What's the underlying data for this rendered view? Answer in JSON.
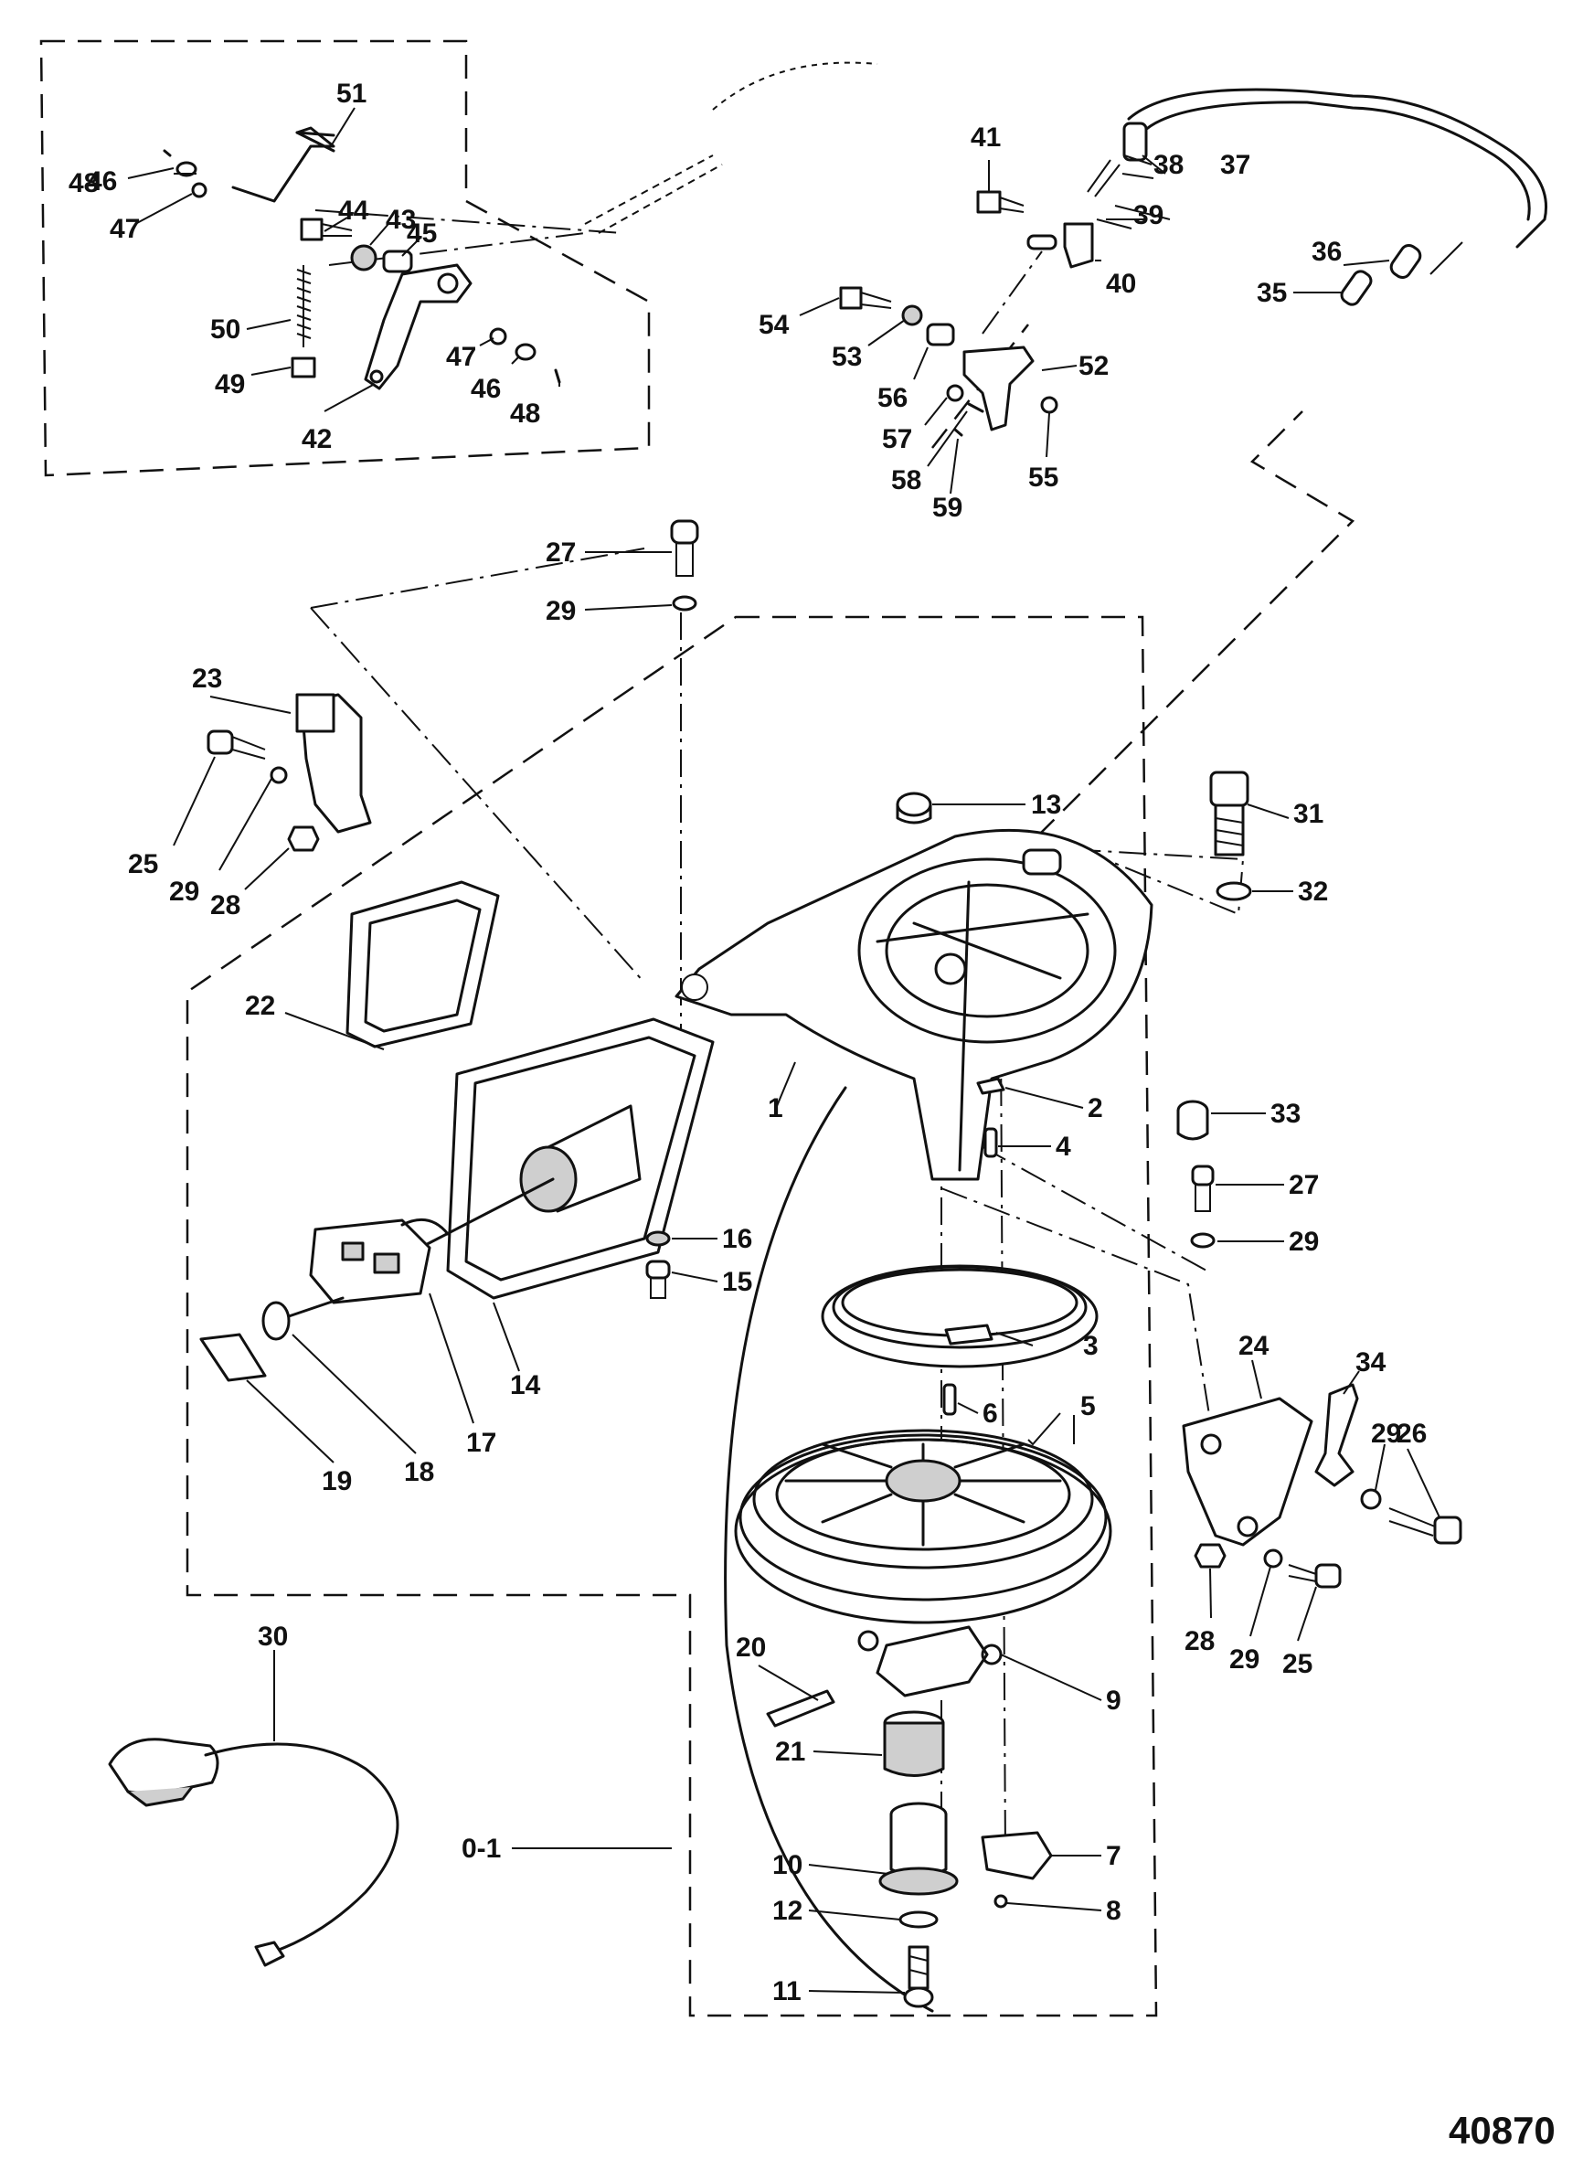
{
  "figure_number": "40870",
  "callouts": [
    {
      "id": "c1",
      "text": "1"
    },
    {
      "id": "c2",
      "text": "2"
    },
    {
      "id": "c3",
      "text": "3"
    },
    {
      "id": "c4",
      "text": "4"
    },
    {
      "id": "c5",
      "text": "5"
    },
    {
      "id": "c6",
      "text": "6"
    },
    {
      "id": "c7",
      "text": "7"
    },
    {
      "id": "c8",
      "text": "8"
    },
    {
      "id": "c9",
      "text": "9"
    },
    {
      "id": "c10",
      "text": "10"
    },
    {
      "id": "c11",
      "text": "11"
    },
    {
      "id": "c12",
      "text": "12"
    },
    {
      "id": "c13",
      "text": "13"
    },
    {
      "id": "c14",
      "text": "14"
    },
    {
      "id": "c15",
      "text": "15"
    },
    {
      "id": "c16",
      "text": "16"
    },
    {
      "id": "c17",
      "text": "17"
    },
    {
      "id": "c18",
      "text": "18"
    },
    {
      "id": "c19",
      "text": "19"
    },
    {
      "id": "c20",
      "text": "20"
    },
    {
      "id": "c21",
      "text": "21"
    },
    {
      "id": "c22",
      "text": "22"
    },
    {
      "id": "c23",
      "text": "23"
    },
    {
      "id": "c24",
      "text": "24"
    },
    {
      "id": "c25a",
      "text": "25"
    },
    {
      "id": "c25b",
      "text": "25"
    },
    {
      "id": "c26",
      "text": "26"
    },
    {
      "id": "c27a",
      "text": "27"
    },
    {
      "id": "c27b",
      "text": "27"
    },
    {
      "id": "c28a",
      "text": "28"
    },
    {
      "id": "c28b",
      "text": "28"
    },
    {
      "id": "c29a",
      "text": "29"
    },
    {
      "id": "c29b",
      "text": "29"
    },
    {
      "id": "c29c",
      "text": "29"
    },
    {
      "id": "c29d",
      "text": "29"
    },
    {
      "id": "c29e",
      "text": "29"
    },
    {
      "id": "c30",
      "text": "30"
    },
    {
      "id": "c31",
      "text": "31"
    },
    {
      "id": "c32",
      "text": "32"
    },
    {
      "id": "c33",
      "text": "33"
    },
    {
      "id": "c34",
      "text": "34"
    },
    {
      "id": "c35",
      "text": "35"
    },
    {
      "id": "c36",
      "text": "36"
    },
    {
      "id": "c37",
      "text": "37"
    },
    {
      "id": "c38",
      "text": "38"
    },
    {
      "id": "c39",
      "text": "39"
    },
    {
      "id": "c40",
      "text": "40"
    },
    {
      "id": "c41",
      "text": "41"
    },
    {
      "id": "c42",
      "text": "42"
    },
    {
      "id": "c43",
      "text": "43"
    },
    {
      "id": "c44",
      "text": "44"
    },
    {
      "id": "c45",
      "text": "45"
    },
    {
      "id": "c46a",
      "text": "46"
    },
    {
      "id": "c46b",
      "text": "46"
    },
    {
      "id": "c47a",
      "text": "47"
    },
    {
      "id": "c47b",
      "text": "47"
    },
    {
      "id": "c48a",
      "text": "48"
    },
    {
      "id": "c48b",
      "text": "48"
    },
    {
      "id": "c49",
      "text": "49"
    },
    {
      "id": "c50",
      "text": "50"
    },
    {
      "id": "c51",
      "text": "51"
    },
    {
      "id": "c52",
      "text": "52"
    },
    {
      "id": "c53",
      "text": "53"
    },
    {
      "id": "c54",
      "text": "54"
    },
    {
      "id": "c55",
      "text": "55"
    },
    {
      "id": "c56",
      "text": "56"
    },
    {
      "id": "c57",
      "text": "57"
    },
    {
      "id": "c58",
      "text": "58"
    },
    {
      "id": "c59",
      "text": "59"
    },
    {
      "id": "c01",
      "text": "0-1"
    }
  ]
}
